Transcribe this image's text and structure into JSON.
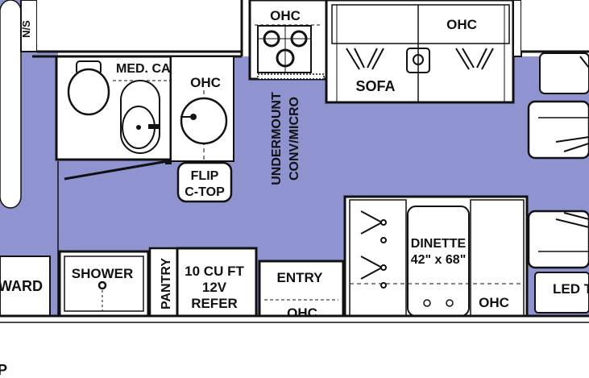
{
  "colors": {
    "floor": "#8f93cf",
    "wall": "#111111",
    "fixture_fill": "#ffffff",
    "background": "#ffffff"
  },
  "labels": {
    "ns": "N/S",
    "med_cab": "MED. CAB",
    "ohc_bath": "OHC",
    "ohc_stove": "OHC",
    "ohc_sofa": "OHC",
    "sofa": "SOFA",
    "undermount": "UNDERMOUNT",
    "conv_micro": "CONV/MICRO",
    "flip_top_1": "FLIP",
    "flip_top_2": "C-TOP",
    "shower": "SHOWER",
    "pantry": "PANTRY",
    "refer_1": "10 CU FT",
    "refer_2": "12V",
    "refer_3": "REFER",
    "entry": "ENTRY",
    "ohc_entry": "OHC",
    "dinette_1": "DINETTE",
    "dinette_2": "42\" x 68\"",
    "ohc_dinette": "OHC",
    "wardrobe_partial": "WARD",
    "led_tv_partial": "LED T",
    "bottom_partial": "P"
  },
  "icons": [
    "toilet-icon",
    "sink-icon",
    "stove-icon",
    "shower-drain-icon",
    "seatbelt-icon"
  ]
}
